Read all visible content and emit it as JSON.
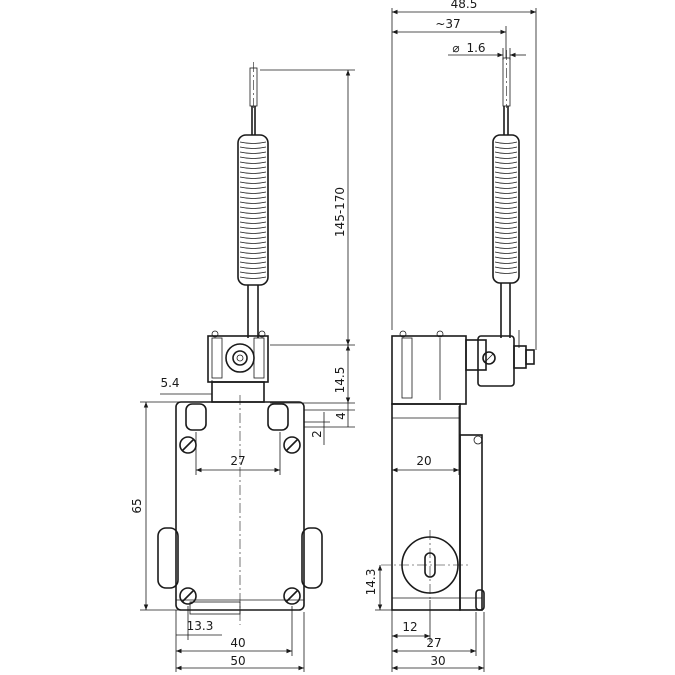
{
  "drawing": {
    "title": "",
    "line_color": "#1a1a1a",
    "background": "#ffffff"
  },
  "front_view": {
    "dims": {
      "overall_height": "145-170",
      "lever_offset": "5.4",
      "head_height": "14.5",
      "step_4": "4",
      "step_2": "2",
      "mount_width_top": "27",
      "body_height": "65",
      "hole_offset": "13.3",
      "hole_spacing": "40",
      "body_width": "50"
    }
  },
  "side_view": {
    "dims": {
      "total_width": "48.5",
      "to_wire": "~37",
      "wire_diameter": "1.6",
      "diameter_symbol": "⌀",
      "head_depth": "20",
      "conduit_height": "14.3",
      "conduit_offset": "12",
      "base_depth": "27",
      "total_depth": "30"
    }
  }
}
